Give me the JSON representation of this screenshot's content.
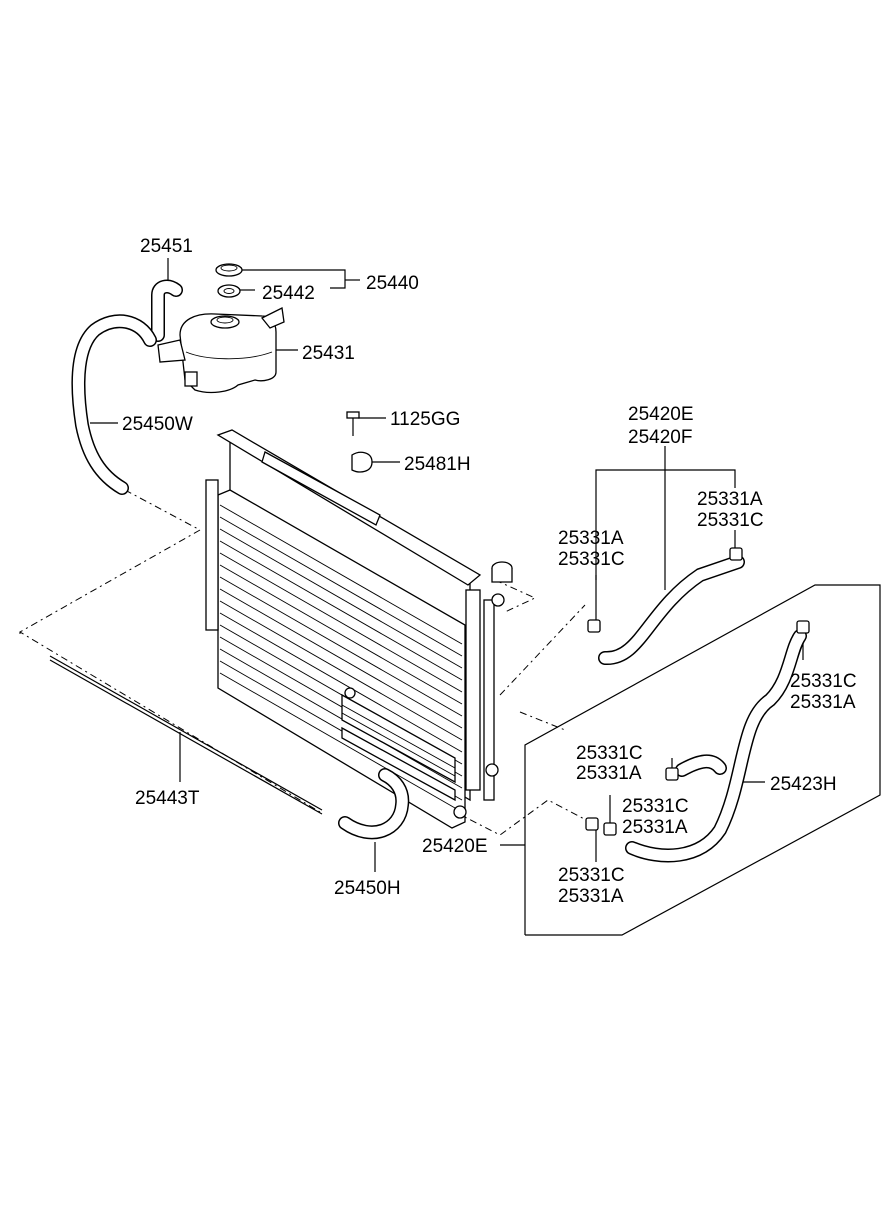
{
  "labels": {
    "l25451": "25451",
    "l25442": "25442",
    "l25440": "25440",
    "l25431": "25431",
    "l25450W": "25450W",
    "l1125GG": "1125GG",
    "l25481H": "25481H",
    "l25420E_top": "25420E",
    "l25420F": "25420F",
    "l25331A_r": "25331A",
    "l25331C_r": "25331C",
    "l25331A_l": "25331A",
    "l25331C_l": "25331C",
    "l25331C_a": "25331C",
    "l25331A_a": "25331A",
    "l25331C_b": "25331C",
    "l25331A_b": "25331A",
    "l25423H": "25423H",
    "l25331C_c": "25331C",
    "l25331A_c": "25331A",
    "l25331C_d": "25331C",
    "l25331A_d": "25331A",
    "l25443T": "25443T",
    "l25420E_bot": "25420E",
    "l25450H": "25450H"
  }
}
